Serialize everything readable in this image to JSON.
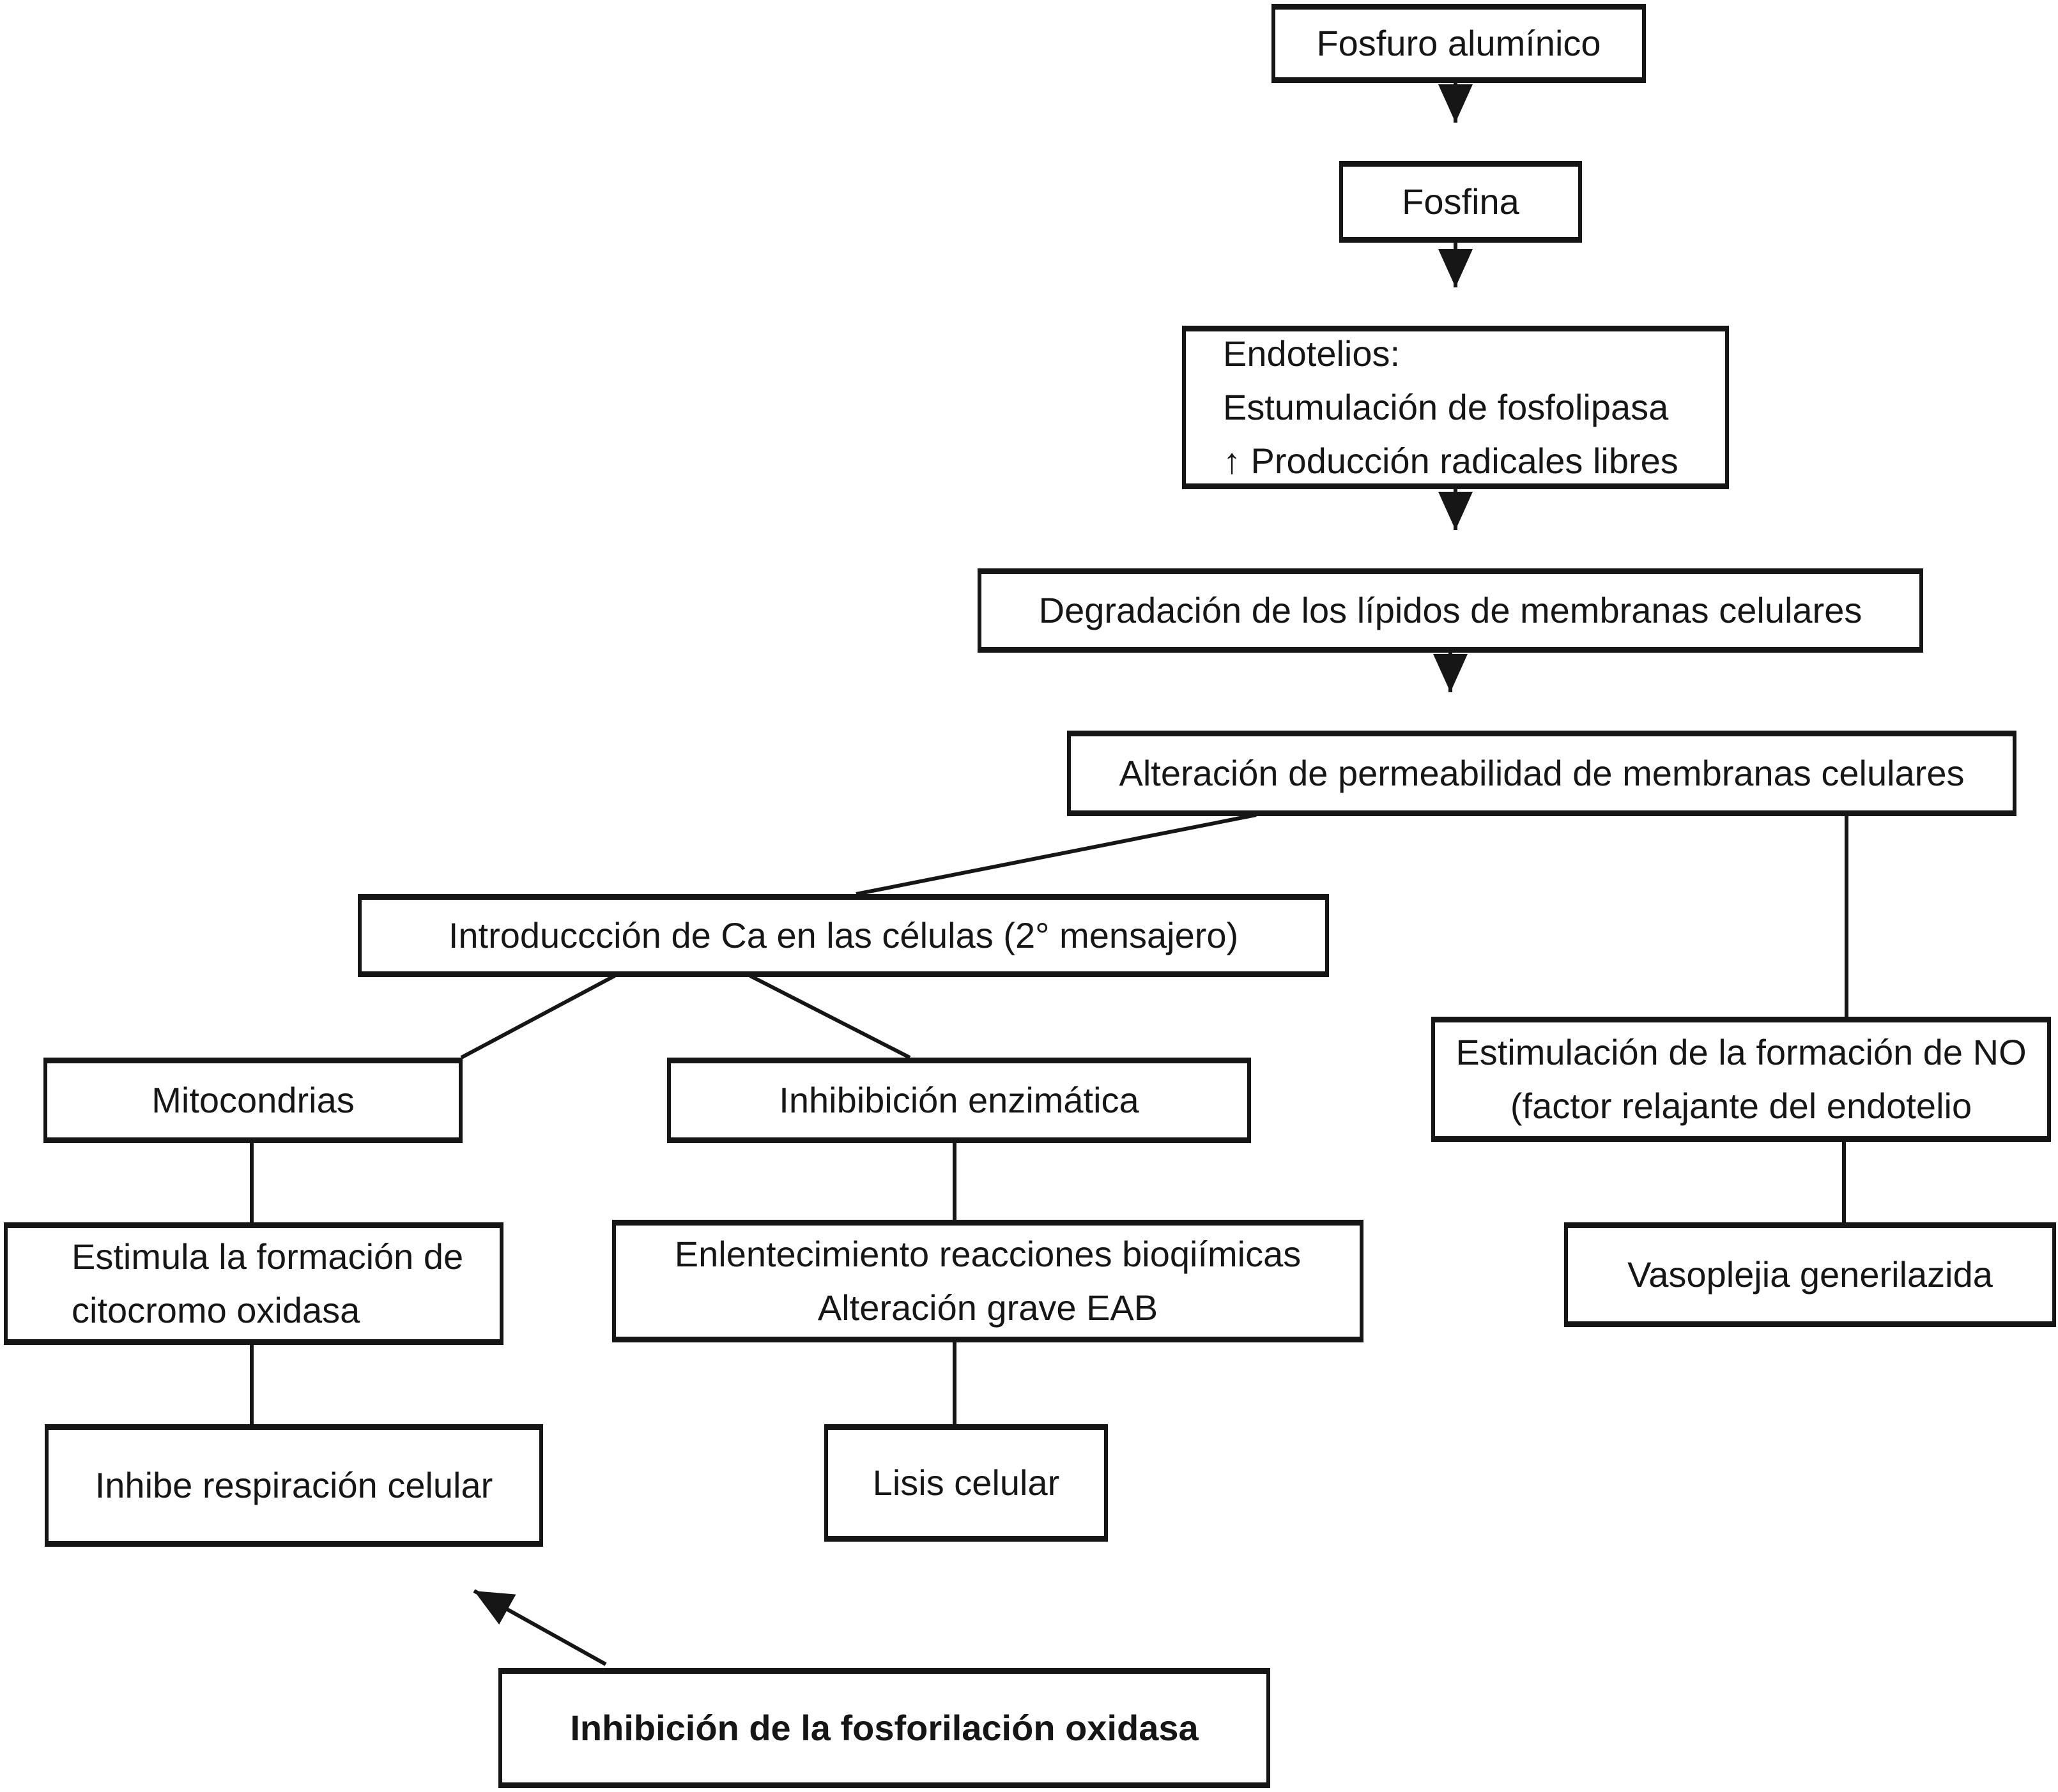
{
  "diagram": {
    "title_implicit": "Mecanismo de toxicidad del fosfuro alumínico",
    "colors": {
      "background": "#ffffff",
      "line": "#161616",
      "text": "#161616",
      "box_fill": "#ffffff"
    },
    "nodes": {
      "fosfuro": {
        "label": "Fosfuro alumínico"
      },
      "fosfina": {
        "label": "Fosfina"
      },
      "endotelios": {
        "lines": [
          "Endotelios:",
          "Estumulación de fosfolipasa",
          "↑ Producción radicales libres"
        ]
      },
      "degradacion": {
        "label": "Degradación de los lípidos de membranas celulares"
      },
      "alteracion": {
        "label": "Alteración de permeabilidad de membranas celulares"
      },
      "introduccion": {
        "label": "Introduccción de Ca en las células (2° mensajero)"
      },
      "mitocondrias": {
        "label": "Mitocondrias"
      },
      "inhibicion_enzimatica": {
        "label": "Inhibibición enzimática"
      },
      "estimulacion_no": {
        "lines": [
          "Estimulación de la formación de NO",
          "(factor relajante del endotelio"
        ]
      },
      "estimula_citocromo": {
        "lines": [
          "Estimula la formación de",
          "citocromo oxidasa"
        ]
      },
      "enlentecimiento": {
        "lines": [
          "Enlentecimiento reacciones bioqiímicas",
          "Alteración grave EAB"
        ]
      },
      "vasoplejia": {
        "label": "Vasoplejia generilazida"
      },
      "inhibe_respiracion": {
        "label": "Inhibe respiración celular"
      },
      "lisis": {
        "label": "Lisis celular"
      },
      "inhibicion_fosforilacion": {
        "label": "Inhibición de la fosforilación oxidasa"
      }
    }
  }
}
